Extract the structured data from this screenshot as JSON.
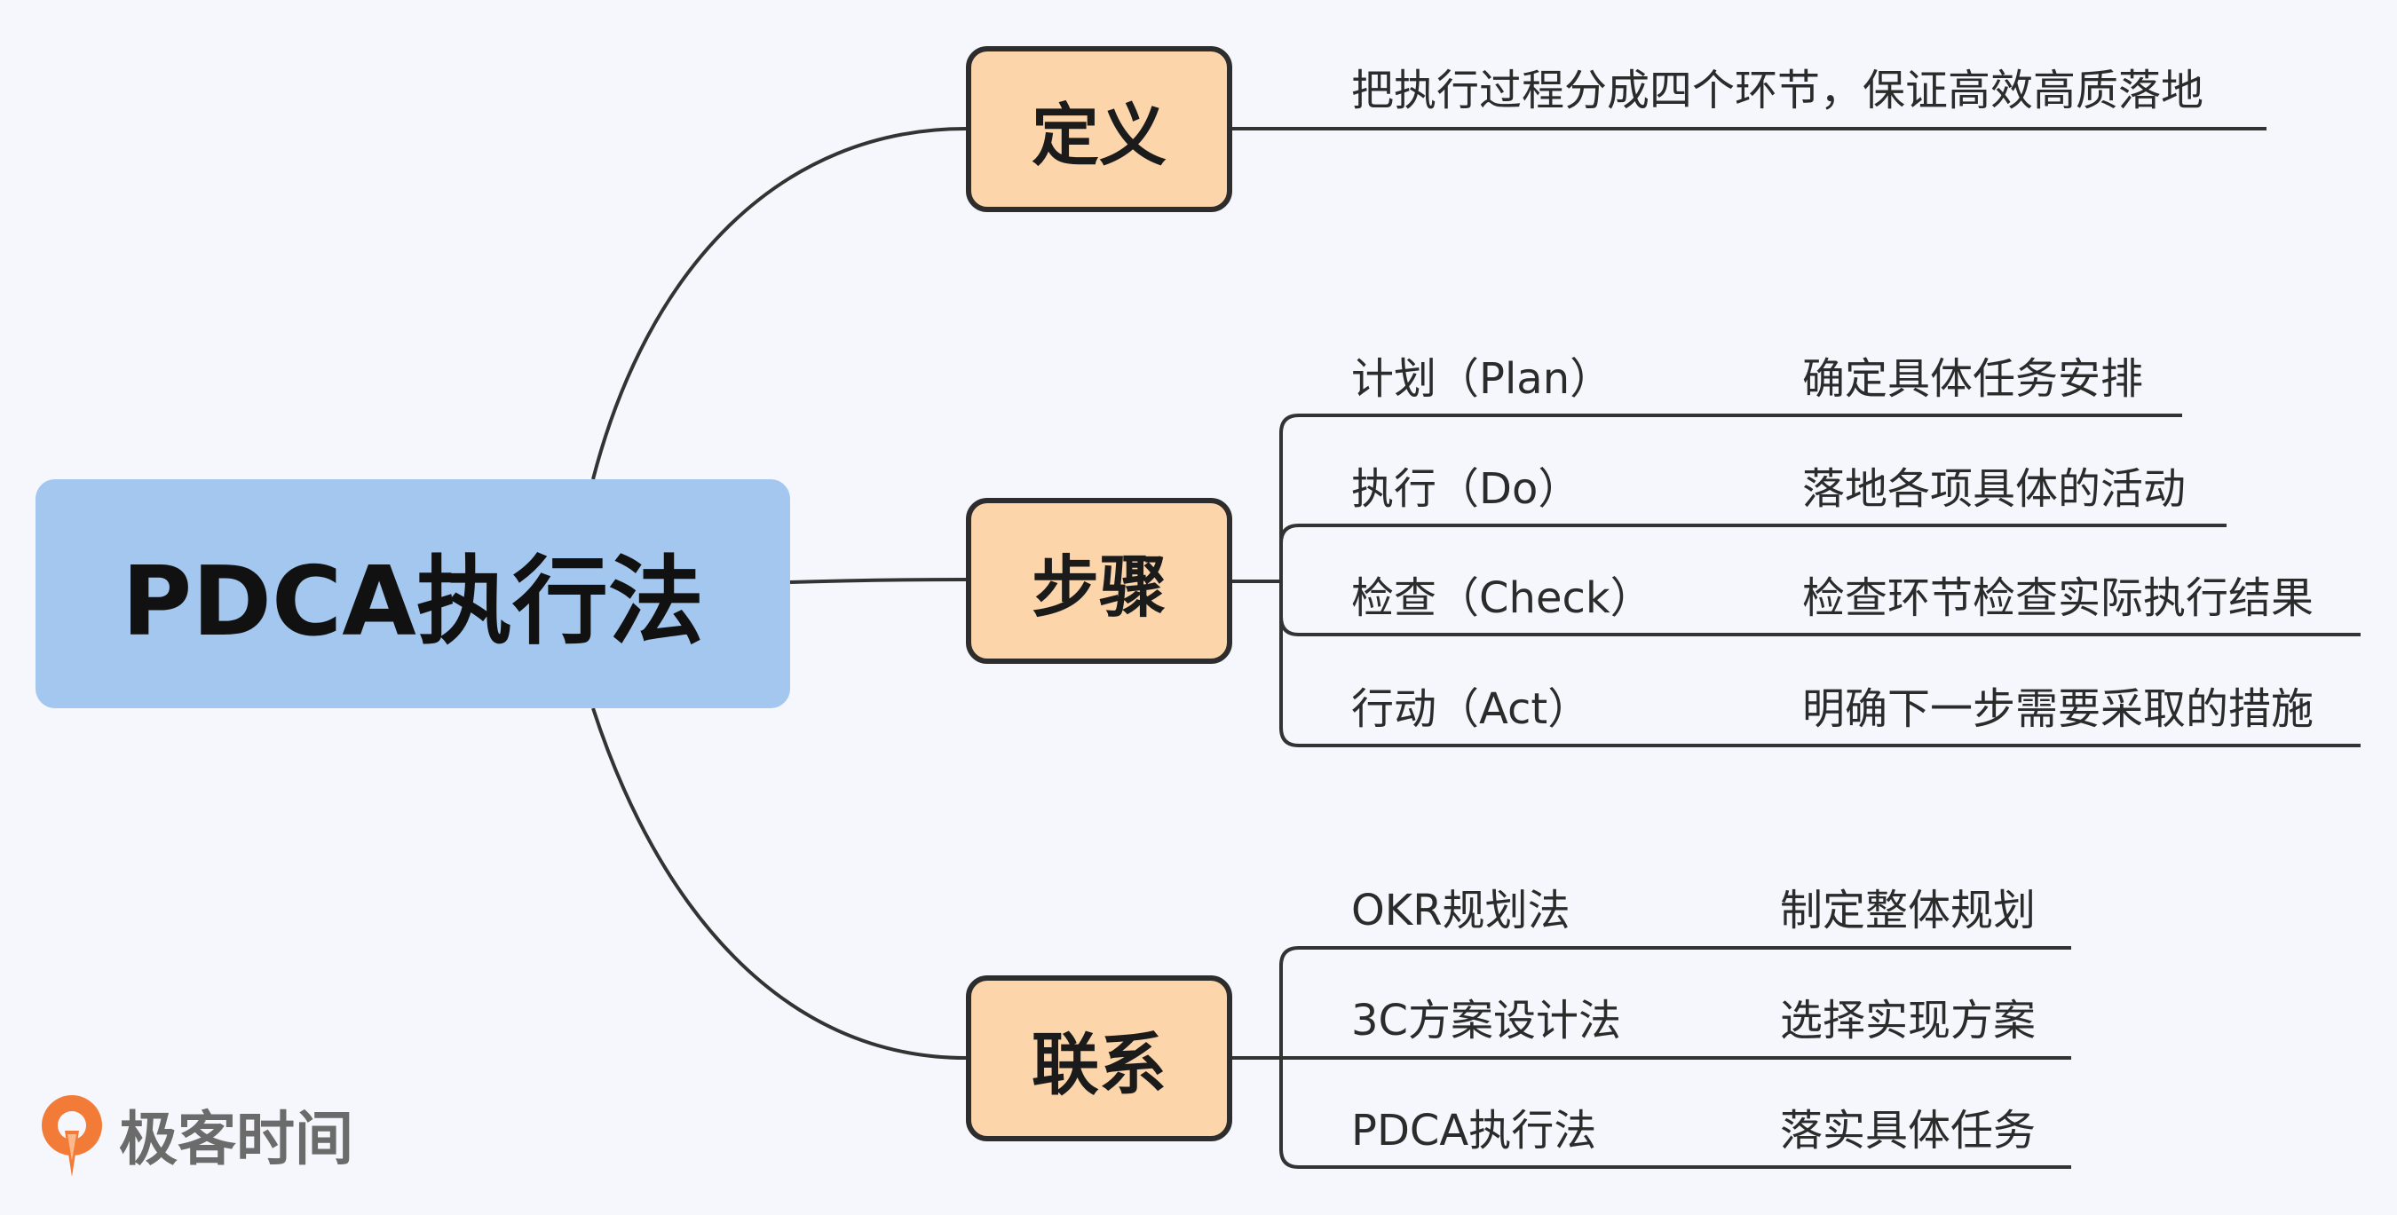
{
  "root": "PDCA执行法",
  "branches": {
    "definition": {
      "label": "定义",
      "text": "把执行过程分成四个环节，保证高效高质落地"
    },
    "steps": {
      "label": "步骤",
      "items": [
        {
          "name": "计划（Plan）",
          "desc": "确定具体任务安排"
        },
        {
          "name": "执行（Do）",
          "desc": "落地各项具体的活动"
        },
        {
          "name": "检查（Check）",
          "desc": "检查环节检查实际执行结果"
        },
        {
          "name": "行动（Act）",
          "desc": "明确下一步需要采取的措施"
        }
      ]
    },
    "relations": {
      "label": "联系",
      "items": [
        {
          "name": "OKR规划法",
          "desc": "制定整体规划"
        },
        {
          "name": "3C方案设计法",
          "desc": "选择实现方案"
        },
        {
          "name": "PDCA执行法",
          "desc": "落实具体任务"
        }
      ]
    }
  },
  "logo": {
    "text": "极客时间",
    "icon": "geektime-logo-icon",
    "color": "#f37b38"
  }
}
